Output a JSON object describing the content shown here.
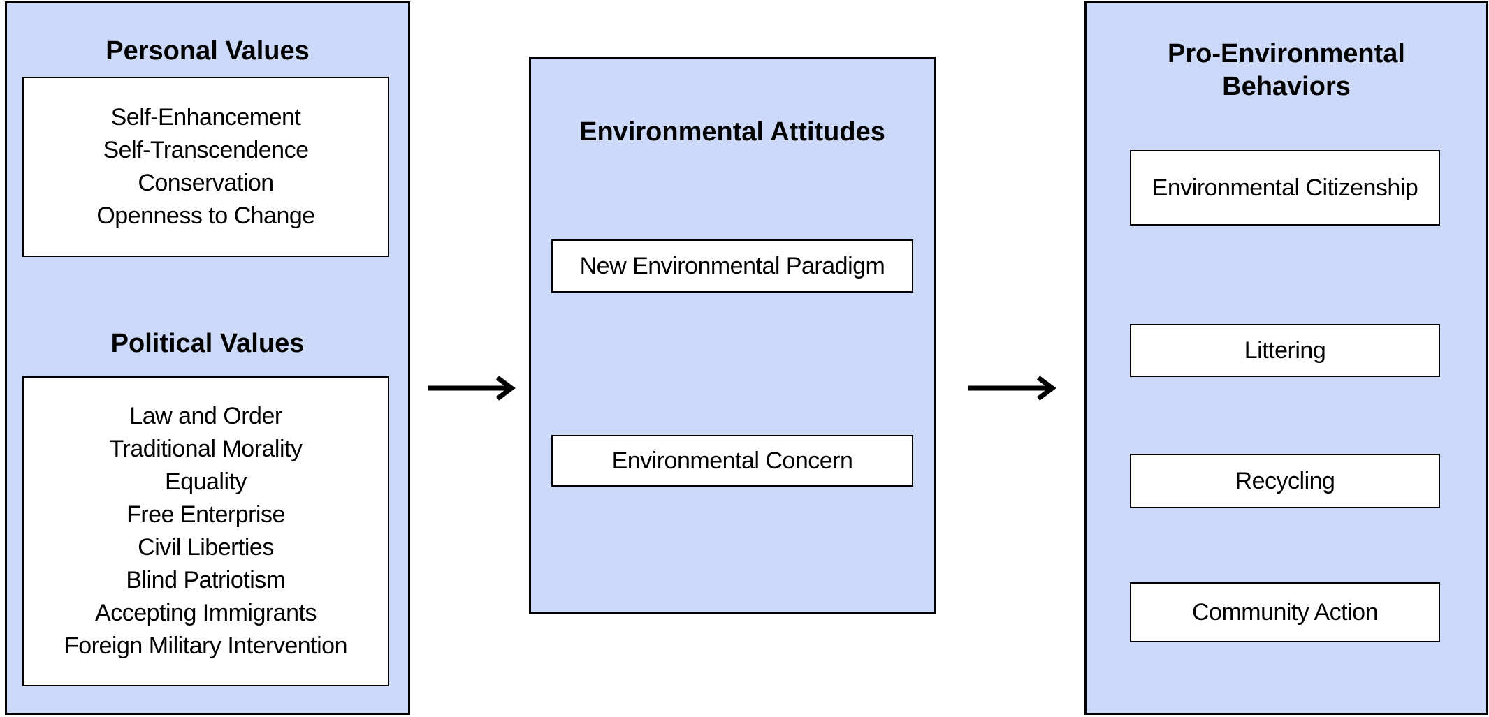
{
  "colors": {
    "panel_fill": "#ccd9f9",
    "box_fill": "#ffffff",
    "stroke": "#000000"
  },
  "left_panel": {
    "personal_values": {
      "heading": "Personal Values",
      "items": [
        "Self-Enhancement",
        "Self-Transcendence",
        "Conservation",
        "Openness to Change"
      ]
    },
    "political_values": {
      "heading": "Political Values",
      "items": [
        "Law and Order",
        "Traditional Morality",
        "Equality",
        "Free Enterprise",
        "Civil Liberties",
        "Blind Patriotism",
        "Accepting Immigrants",
        "Foreign Military Intervention"
      ]
    }
  },
  "middle_panel": {
    "heading": "Environmental Attitudes",
    "items": [
      "New Environmental Paradigm",
      "Environmental Concern"
    ]
  },
  "right_panel": {
    "heading_lines": [
      "Pro-Environmental",
      "Behaviors"
    ],
    "items": [
      "Environmental Citizenship",
      "Littering",
      "Recycling",
      "Community Action"
    ]
  }
}
